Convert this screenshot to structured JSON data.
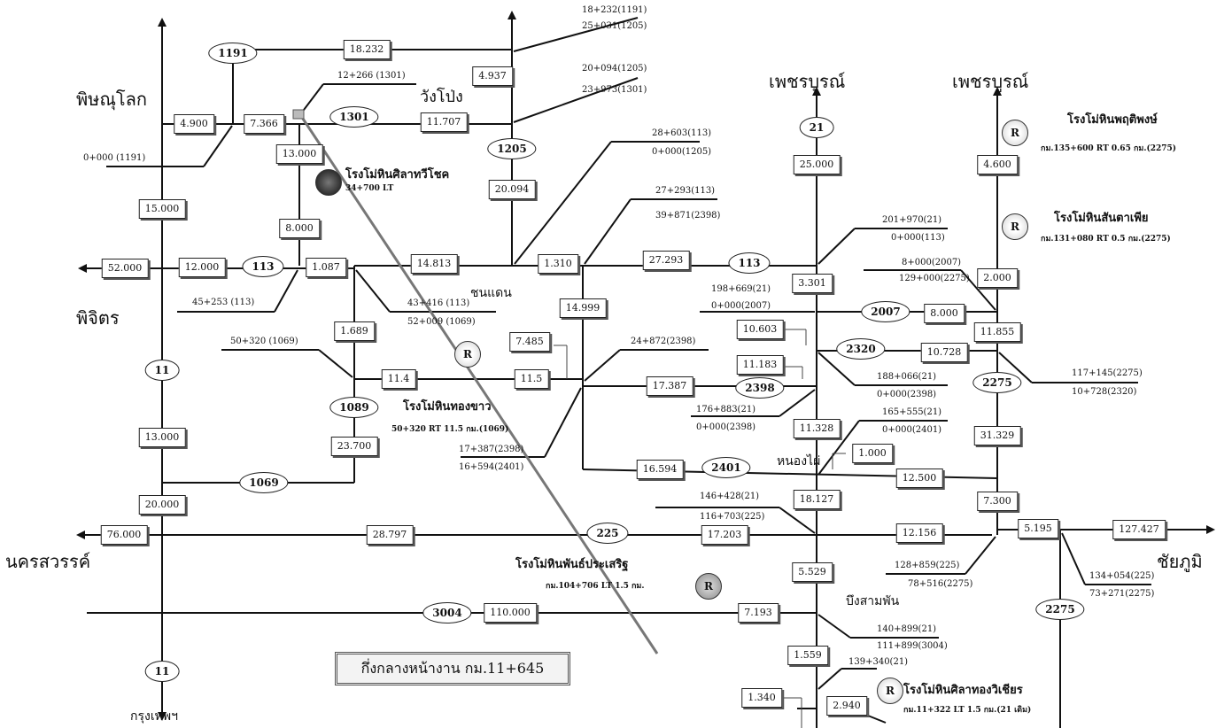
{
  "places": {
    "phitsanulok": "พิษณุโลก",
    "phetchabun_1": "เพชรบูรณ์",
    "phetchabun_2": "เพชรบูรณ์",
    "phichit": "พิจิตร",
    "nakhon_sawan": "นครสวรรค์",
    "chaiyaphum": "ชัยภูมิ",
    "bangkok": "กรุงเทพฯ",
    "wang_pong": "วังโป่ง",
    "chon_daen": "ชนแดน",
    "nong_phai": "หนองไผ่",
    "bueng_sam_phan": "บึงสามพัน"
  },
  "route_ovals": {
    "r1191": "1191",
    "r1301": "1301",
    "r1205": "1205",
    "r21": "21",
    "r113_left": "113",
    "r113_right": "113",
    "r11_mid": "11",
    "r11_bottom": "11",
    "r1089": "1089",
    "r1069": "1069",
    "r2007": "2007",
    "r2320": "2320",
    "r2398": "2398",
    "r2401": "2401",
    "r2275_upper": "2275",
    "r225": "225",
    "r3004": "3004",
    "r2275_lower": "2275"
  },
  "distances": {
    "d18232": "18.232",
    "d4937": "4.937",
    "d4900": "4.900",
    "d7366": "7.366",
    "d11707": "11.707",
    "d13000_top": "13.000",
    "d20094": "20.094",
    "d15000": "15.000",
    "d25000": "25.000",
    "d4600": "4.600",
    "d8000_left": "8.000",
    "d52000": "52.000",
    "d12000": "12.000",
    "d1087": "1.087",
    "d14813": "14.813",
    "d1310": "1.310",
    "d27293": "27.293",
    "d3301": "3.301",
    "d2000": "2.000",
    "d14999": "14.999",
    "d1689": "1.689",
    "d7485": "7.485",
    "d10603": "10.603",
    "d8000_right": "8.000",
    "d11855": "11.855",
    "d11183": "11.183",
    "d10728": "10.728",
    "d11_4": "11.4",
    "d11_5": "11.5",
    "d17387": "17.387",
    "d11328": "11.328",
    "d13000_low": "13.000",
    "d23700": "23.700",
    "d31329": "31.329",
    "d1000": "1.000",
    "d16594": "16.594",
    "d12500": "12.500",
    "d20000": "20.000",
    "d18127": "18.127",
    "d7300": "7.300",
    "d76000": "76.000",
    "d28797": "28.797",
    "d17203": "17.203",
    "d12156": "12.156",
    "d5195": "5.195",
    "d127427": "127.427",
    "d5529": "5.529",
    "d110000": "110.000",
    "d7193": "7.193",
    "d1559": "1.559",
    "d1340": "1.340",
    "d2940": "2.940"
  },
  "km_labels": {
    "k1": "18+232(1191)",
    "k2": "25+031(1205)",
    "k3": "12+266 (1301)",
    "k4": "20+094(1205)",
    "k5": "23+973(1301)",
    "k6": "0+000 (1191)",
    "k7": "28+603(113)",
    "k8": "0+000(1205)",
    "k9": "27+293(113)",
    "k10": "39+871(2398)",
    "k11": "201+970(21)",
    "k12": "0+000(113)",
    "k13": "8+000(2007)",
    "k14": "129+000(2275)",
    "k15": "45+253 (113)",
    "k16": "43+416 (113)",
    "k17": "52+009 (1069)",
    "k18": "198+669(21)",
    "k19": "0+000(2007)",
    "k20": "50+320 (1069)",
    "k21": "24+872(2398)",
    "k22": "188+066(21)",
    "k23": "0+000(2398)",
    "k24": "117+145(2275)",
    "k25": "10+728(2320)",
    "k26": "176+883(21)",
    "k27": "0+000(2398)",
    "k28": "165+555(21)",
    "k29": "0+000(2401)",
    "k30": "17+387(2398)",
    "k31": "16+594(2401)",
    "k32": "146+428(21)",
    "k33": "116+703(225)",
    "k34": "128+859(225)",
    "k35": "78+516(2275)",
    "k36": "134+054(225)",
    "k37": "73+271(2275)",
    "k38": "140+899(21)",
    "k39": "111+899(3004)",
    "k40": "139+340(21)"
  },
  "quarries": {
    "silathawichok": "โรงโม่หินศิลาทวีโชค",
    "silathawichok_km": "34+700 LT",
    "phruetiphong": "โรงโม่หินพฤติพงษ์",
    "phruetiphong_km": "กม.135+600 RT 0.65 กม.(2275)",
    "santapia": "โรงโม่หินสันตาเพีย",
    "santapia_km": "กม.131+080 RT 0.5 กม.(2275)",
    "thongkhao": "โรงโม่หินทองขาว",
    "thongkhao_km": "50+320 RT 11.5 กม.(1069)",
    "phanprasert": "โรงโม่หินพันธ์ประเสริฐ",
    "phanprasert_km": "กม.104+706 LT 1.5 กม.",
    "silathongwichian": "โรงโม่หินศิลาทองวิเชียร",
    "silathongwichian_km": "กม.11+322 LT 1.5 กม.(21 เดิม)",
    "r_mark": "R"
  },
  "site_label": "กึ่งกลางหน้างาน กม.11+645"
}
